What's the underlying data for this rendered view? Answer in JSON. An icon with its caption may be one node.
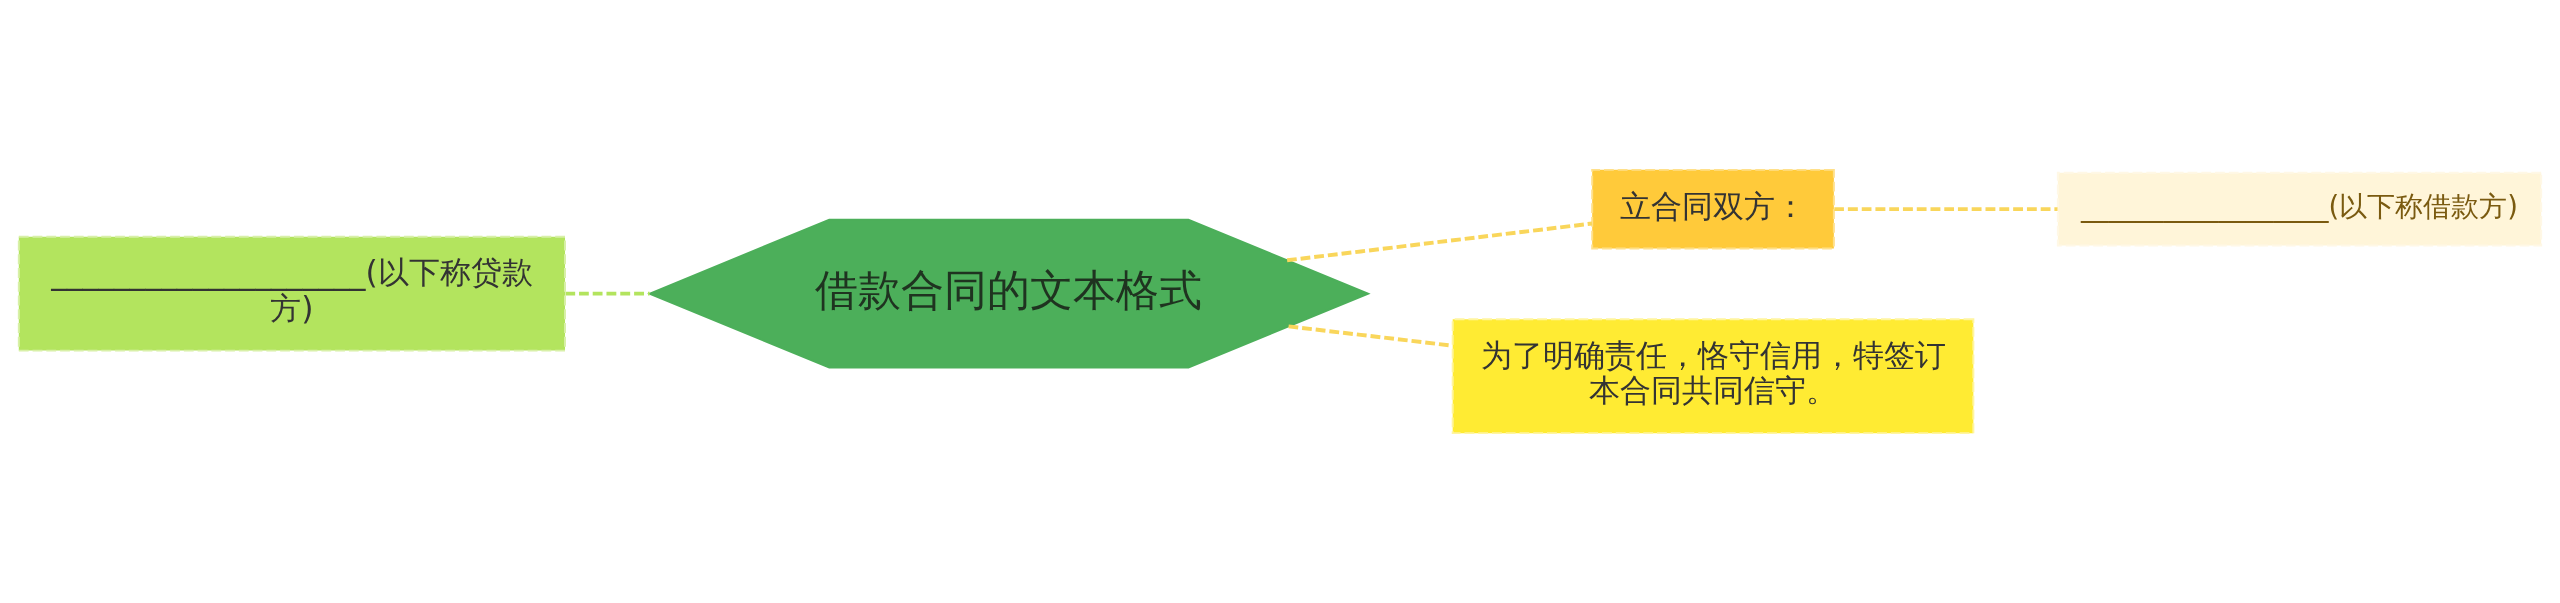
{
  "diagram": {
    "nodes": [
      {
        "text": [
          "借款合同的文本格式"
        ]
      },
      {
        "text": [
          "____________________(以下称贷款方)"
        ]
      },
      {
        "text": [
          "立合同双方："
        ]
      },
      {
        "text": [
          "__________________(以下称借款方)"
        ]
      },
      {
        "text": [
          "为了明确责任，恪守信用，特签订本合同共同信守。"
        ]
      }
    ],
    "edges": [
      {
        "from": 1,
        "to": 0,
        "arrow": "none",
        "style": "dashed",
        "color": "#b3e45e"
      },
      {
        "from": 0,
        "to": 2,
        "arrow": "none",
        "style": "dashed"
      },
      {
        "from": 2,
        "to": 3,
        "arrow": "none",
        "style": "dashed"
      },
      {
        "from": 0,
        "to": 4,
        "arrow": "none",
        "style": "dashed"
      }
    ]
  }
}
